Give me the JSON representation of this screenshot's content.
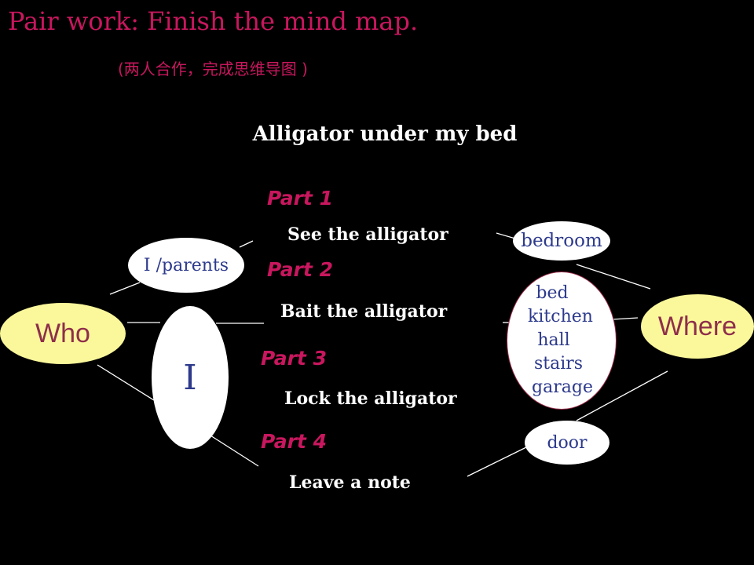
{
  "slide": {
    "title": "Pair work: Finish the mind map.",
    "subtitle": "(两人合作，完成思维导图 )",
    "heading": "Alligator under my bed"
  },
  "parts": [
    {
      "label": "Part 1",
      "action": "See the alligator"
    },
    {
      "label": "Part 2",
      "action": "Bait the alligator"
    },
    {
      "label": "Part 3",
      "action": "Lock the alligator"
    },
    {
      "label": "Part 4",
      "action": "Leave a  note"
    }
  ],
  "who": {
    "label": "Who",
    "parents": "I /parents",
    "i": "I"
  },
  "where": {
    "label": "Where",
    "bedroom": "bedroom",
    "places": [
      "bed",
      "kitchen",
      "hall",
      "stairs",
      "garage"
    ],
    "door": "door"
  },
  "colors": {
    "background": "#000000",
    "accent": "#c8175e",
    "oval_yellow": "#fbf89b",
    "oval_text_dark": "#8e2e4b",
    "oval_text_blue": "#2d3a8c"
  }
}
